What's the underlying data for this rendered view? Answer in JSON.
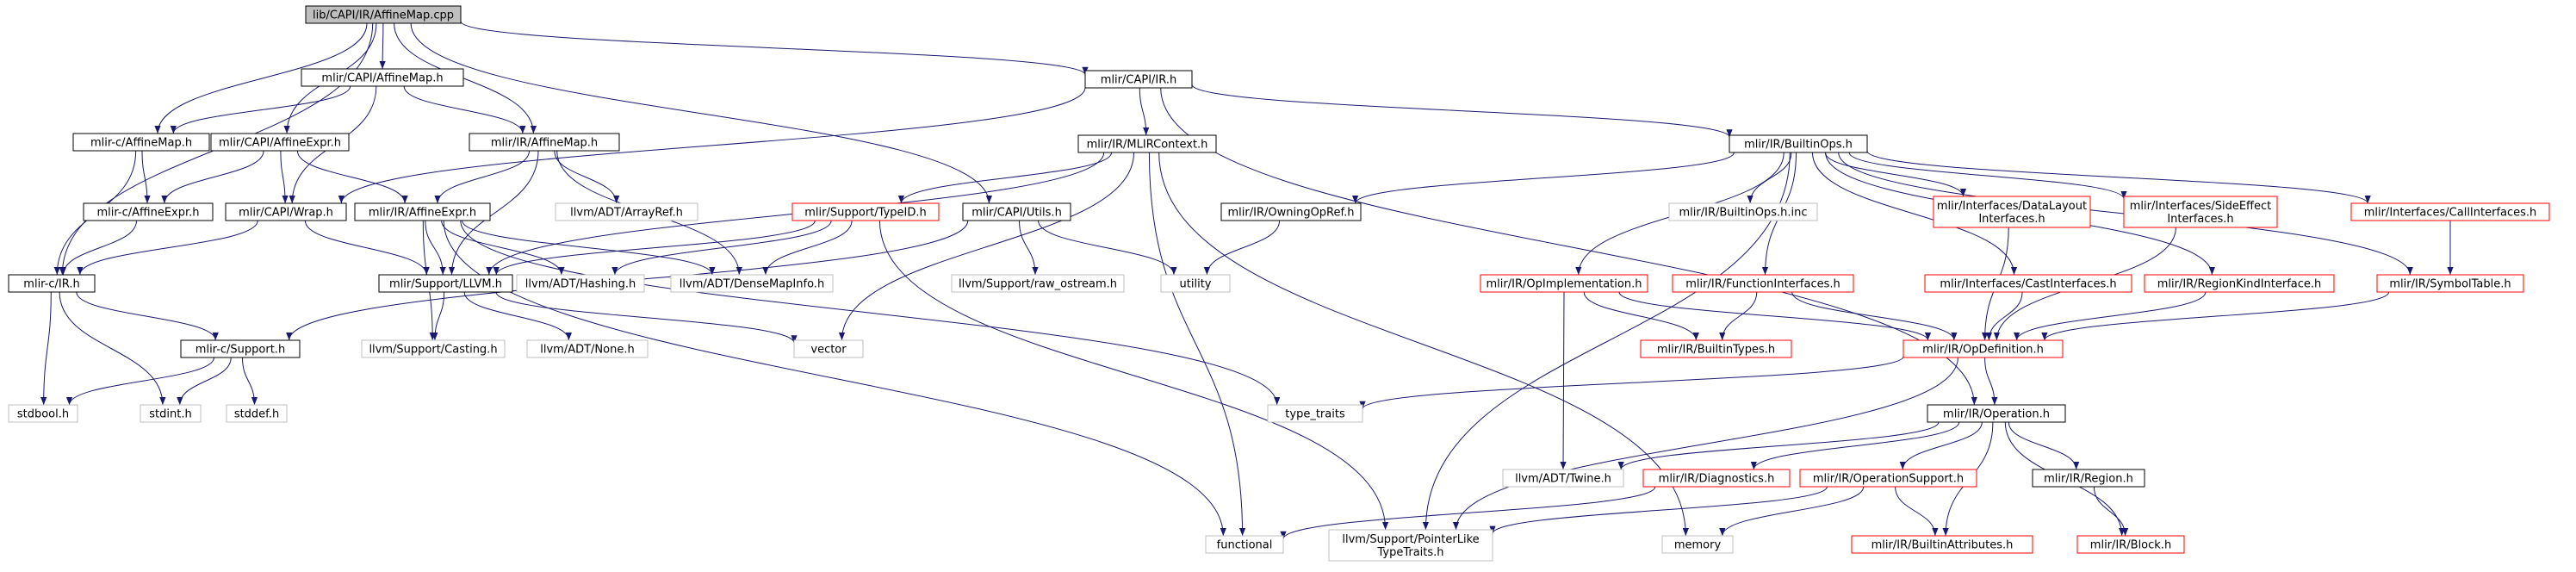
{
  "colors": {
    "black_border": "#000000",
    "red_border": "#ff0000",
    "gray_border": "#bfbfbf",
    "root_fill": "#bfbfbf",
    "node_fill": "#ffffff",
    "edge": "#191970",
    "text": "#000000",
    "gray_text": "#000000"
  },
  "nodes": [
    {
      "id": "root",
      "lines": [
        "lib/CAPI/IR/AffineMap.cpp"
      ],
      "style": "root"
    },
    {
      "id": "capi_ir_h",
      "lines": [
        "mlir/CAPI/IR.h"
      ],
      "style": "black"
    },
    {
      "id": "capi_affinemap_h",
      "lines": [
        "mlir/CAPI/AffineMap.h"
      ],
      "style": "black"
    },
    {
      "id": "c_affinemap_h",
      "lines": [
        "mlir-c/AffineMap.h"
      ],
      "style": "black"
    },
    {
      "id": "capi_affineexpr_h",
      "lines": [
        "mlir/CAPI/AffineExpr.h"
      ],
      "style": "black"
    },
    {
      "id": "ir_affinemap_h",
      "lines": [
        "mlir/IR/AffineMap.h"
      ],
      "style": "black"
    },
    {
      "id": "mlircontext_h",
      "lines": [
        "mlir/IR/MLIRContext.h"
      ],
      "style": "black"
    },
    {
      "id": "builtinops_h",
      "lines": [
        "mlir/IR/BuiltinOps.h"
      ],
      "style": "black"
    },
    {
      "id": "c_affineexpr_h",
      "lines": [
        "mlir-c/AffineExpr.h"
      ],
      "style": "black"
    },
    {
      "id": "capi_wrap_h",
      "lines": [
        "mlir/CAPI/Wrap.h"
      ],
      "style": "black"
    },
    {
      "id": "ir_affineexpr_h",
      "lines": [
        "mlir/IR/AffineExpr.h"
      ],
      "style": "black"
    },
    {
      "id": "arrayref_h",
      "lines": [
        "llvm/ADT/ArrayRef.h"
      ],
      "style": "gray"
    },
    {
      "id": "typeid_h",
      "lines": [
        "mlir/Support/TypeID.h"
      ],
      "style": "red"
    },
    {
      "id": "capi_utils_h",
      "lines": [
        "mlir/CAPI/Utils.h"
      ],
      "style": "black"
    },
    {
      "id": "owningopref_h",
      "lines": [
        "mlir/IR/OwningOpRef.h"
      ],
      "style": "black"
    },
    {
      "id": "builtinops_inc",
      "lines": [
        "mlir/IR/BuiltinOps.h.inc"
      ],
      "style": "gray"
    },
    {
      "id": "datalayout_h",
      "lines": [
        "mlir/Interfaces/DataLayout",
        "Interfaces.h"
      ],
      "style": "red"
    },
    {
      "id": "sideeffect_h",
      "lines": [
        "mlir/Interfaces/SideEffect",
        "Interfaces.h"
      ],
      "style": "red"
    },
    {
      "id": "callinterfaces_h",
      "lines": [
        "mlir/Interfaces/CallInterfaces.h"
      ],
      "style": "red"
    },
    {
      "id": "c_ir_h",
      "lines": [
        "mlir-c/IR.h"
      ],
      "style": "black"
    },
    {
      "id": "support_llvm_h",
      "lines": [
        "mlir/Support/LLVM.h"
      ],
      "style": "black"
    },
    {
      "id": "hashing_h",
      "lines": [
        "llvm/ADT/Hashing.h"
      ],
      "style": "gray"
    },
    {
      "id": "densemapinfo_h",
      "lines": [
        "llvm/ADT/DenseMapInfo.h"
      ],
      "style": "gray"
    },
    {
      "id": "raw_ostream_h",
      "lines": [
        "llvm/Support/raw_ostream.h"
      ],
      "style": "gray"
    },
    {
      "id": "utility",
      "lines": [
        "utility"
      ],
      "style": "gray"
    },
    {
      "id": "opimplementation_h",
      "lines": [
        "mlir/IR/OpImplementation.h"
      ],
      "style": "red"
    },
    {
      "id": "functioninterfaces_h",
      "lines": [
        "mlir/IR/FunctionInterfaces.h"
      ],
      "style": "red"
    },
    {
      "id": "castinterfaces_h",
      "lines": [
        "mlir/Interfaces/CastInterfaces.h"
      ],
      "style": "red"
    },
    {
      "id": "regionkind_h",
      "lines": [
        "mlir/IR/RegionKindInterface.h"
      ],
      "style": "red"
    },
    {
      "id": "symboltable_h",
      "lines": [
        "mlir/IR/SymbolTable.h"
      ],
      "style": "red"
    },
    {
      "id": "c_support_h",
      "lines": [
        "mlir-c/Support.h"
      ],
      "style": "black"
    },
    {
      "id": "casting_h",
      "lines": [
        "llvm/Support/Casting.h"
      ],
      "style": "gray"
    },
    {
      "id": "none_h",
      "lines": [
        "llvm/ADT/None.h"
      ],
      "style": "gray"
    },
    {
      "id": "vector",
      "lines": [
        "vector"
      ],
      "style": "gray"
    },
    {
      "id": "builtintypes_h",
      "lines": [
        "mlir/IR/BuiltinTypes.h"
      ],
      "style": "red"
    },
    {
      "id": "opdefinition_h",
      "lines": [
        "mlir/IR/OpDefinition.h"
      ],
      "style": "red"
    },
    {
      "id": "stdbool_h",
      "lines": [
        "stdbool.h"
      ],
      "style": "gray"
    },
    {
      "id": "stdint_h",
      "lines": [
        "stdint.h"
      ],
      "style": "gray"
    },
    {
      "id": "stddef_h",
      "lines": [
        "stddef.h"
      ],
      "style": "gray"
    },
    {
      "id": "type_traits",
      "lines": [
        "type_traits"
      ],
      "style": "gray"
    },
    {
      "id": "operation_h",
      "lines": [
        "mlir/IR/Operation.h"
      ],
      "style": "black"
    },
    {
      "id": "twine_h",
      "lines": [
        "llvm/ADT/Twine.h"
      ],
      "style": "gray"
    },
    {
      "id": "diagnostics_h",
      "lines": [
        "mlir/IR/Diagnostics.h"
      ],
      "style": "red"
    },
    {
      "id": "operationsupport_h",
      "lines": [
        "mlir/IR/OperationSupport.h"
      ],
      "style": "red"
    },
    {
      "id": "region_h",
      "lines": [
        "mlir/IR/Region.h"
      ],
      "style": "black"
    },
    {
      "id": "functional",
      "lines": [
        "functional"
      ],
      "style": "gray"
    },
    {
      "id": "pointerlike_h",
      "lines": [
        "llvm/Support/PointerLike",
        "TypeTraits.h"
      ],
      "style": "gray"
    },
    {
      "id": "memory",
      "lines": [
        "memory"
      ],
      "style": "gray"
    },
    {
      "id": "builtinattributes_h",
      "lines": [
        "mlir/IR/BuiltinAttributes.h"
      ],
      "style": "red"
    },
    {
      "id": "block_h",
      "lines": [
        "mlir/IR/Block.h"
      ],
      "style": "red"
    }
  ],
  "edges": [
    [
      "root",
      "capi_ir_h"
    ],
    [
      "root",
      "capi_affinemap_h"
    ],
    [
      "root",
      "c_affinemap_h"
    ],
    [
      "root",
      "capi_affineexpr_h"
    ],
    [
      "root",
      "ir_affinemap_h"
    ],
    [
      "root",
      "capi_utils_h"
    ],
    [
      "root",
      "c_ir_h"
    ],
    [
      "capi_affinemap_h",
      "c_affinemap_h"
    ],
    [
      "capi_affinemap_h",
      "ir_affinemap_h"
    ],
    [
      "capi_affinemap_h",
      "capi_wrap_h"
    ],
    [
      "c_affinemap_h",
      "c_affineexpr_h"
    ],
    [
      "c_affinemap_h",
      "c_ir_h"
    ],
    [
      "capi_affineexpr_h",
      "c_affineexpr_h"
    ],
    [
      "capi_affineexpr_h",
      "capi_wrap_h"
    ],
    [
      "capi_affineexpr_h",
      "ir_affineexpr_h"
    ],
    [
      "capi_ir_h",
      "capi_wrap_h"
    ],
    [
      "capi_ir_h",
      "mlircontext_h"
    ],
    [
      "capi_ir_h",
      "builtinops_h"
    ],
    [
      "capi_ir_h",
      "operation_h"
    ],
    [
      "ir_affinemap_h",
      "ir_affineexpr_h"
    ],
    [
      "ir_affinemap_h",
      "arrayref_h"
    ],
    [
      "ir_affinemap_h",
      "densemapinfo_h"
    ],
    [
      "ir_affinemap_h",
      "support_llvm_h"
    ],
    [
      "mlircontext_h",
      "typeid_h"
    ],
    [
      "mlircontext_h",
      "support_llvm_h"
    ],
    [
      "mlircontext_h",
      "functional"
    ],
    [
      "mlircontext_h",
      "vector"
    ],
    [
      "mlircontext_h",
      "memory"
    ],
    [
      "c_affineexpr_h",
      "c_ir_h"
    ],
    [
      "capi_wrap_h",
      "c_ir_h"
    ],
    [
      "capi_wrap_h",
      "support_llvm_h"
    ],
    [
      "ir_affineexpr_h",
      "support_llvm_h"
    ],
    [
      "ir_affineexpr_h",
      "hashing_h"
    ],
    [
      "ir_affineexpr_h",
      "densemapinfo_h"
    ],
    [
      "ir_affineexpr_h",
      "casting_h"
    ],
    [
      "ir_affineexpr_h",
      "functional"
    ],
    [
      "ir_affineexpr_h",
      "type_traits"
    ],
    [
      "typeid_h",
      "support_llvm_h"
    ],
    [
      "typeid_h",
      "hashing_h"
    ],
    [
      "typeid_h",
      "densemapinfo_h"
    ],
    [
      "typeid_h",
      "pointerlike_h"
    ],
    [
      "capi_utils_h",
      "c_support_h"
    ],
    [
      "capi_utils_h",
      "raw_ostream_h"
    ],
    [
      "capi_utils_h",
      "utility"
    ],
    [
      "c_ir_h",
      "c_support_h"
    ],
    [
      "c_ir_h",
      "stdbool_h"
    ],
    [
      "c_ir_h",
      "stdint_h"
    ],
    [
      "support_llvm_h",
      "casting_h"
    ],
    [
      "support_llvm_h",
      "none_h"
    ],
    [
      "support_llvm_h",
      "vector"
    ],
    [
      "c_support_h",
      "stdbool_h"
    ],
    [
      "c_support_h",
      "stdint_h"
    ],
    [
      "c_support_h",
      "stddef_h"
    ],
    [
      "builtinops_h",
      "owningopref_h"
    ],
    [
      "builtinops_h",
      "builtinops_inc"
    ],
    [
      "builtinops_h",
      "datalayout_h"
    ],
    [
      "builtinops_h",
      "sideeffect_h"
    ],
    [
      "builtinops_h",
      "callinterfaces_h"
    ],
    [
      "builtinops_h",
      "opimplementation_h"
    ],
    [
      "builtinops_h",
      "functioninterfaces_h"
    ],
    [
      "builtinops_h",
      "castinterfaces_h"
    ],
    [
      "builtinops_h",
      "regionkind_h"
    ],
    [
      "builtinops_h",
      "symboltable_h"
    ],
    [
      "builtinops_h",
      "pointerlike_h"
    ],
    [
      "owningopref_h",
      "utility"
    ],
    [
      "opimplementation_h",
      "opdefinition_h"
    ],
    [
      "opimplementation_h",
      "builtintypes_h"
    ],
    [
      "opimplementation_h",
      "twine_h"
    ],
    [
      "functioninterfaces_h",
      "builtintypes_h"
    ],
    [
      "functioninterfaces_h",
      "opdefinition_h"
    ],
    [
      "castinterfaces_h",
      "opdefinition_h"
    ],
    [
      "regionkind_h",
      "opdefinition_h"
    ],
    [
      "symboltable_h",
      "opdefinition_h"
    ],
    [
      "datalayout_h",
      "opdefinition_h"
    ],
    [
      "sideeffect_h",
      "opdefinition_h"
    ],
    [
      "callinterfaces_h",
      "symboltable_h"
    ],
    [
      "opdefinition_h",
      "operation_h"
    ],
    [
      "opdefinition_h",
      "type_traits"
    ],
    [
      "opdefinition_h",
      "pointerlike_h"
    ],
    [
      "operation_h",
      "twine_h"
    ],
    [
      "operation_h",
      "diagnostics_h"
    ],
    [
      "operation_h",
      "operationsupport_h"
    ],
    [
      "operation_h",
      "region_h"
    ],
    [
      "operation_h",
      "builtinattributes_h"
    ],
    [
      "operation_h",
      "block_h"
    ],
    [
      "diagnostics_h",
      "functional"
    ],
    [
      "operationsupport_h",
      "pointerlike_h"
    ],
    [
      "operationsupport_h",
      "memory"
    ],
    [
      "operationsupport_h",
      "builtinattributes_h"
    ],
    [
      "region_h",
      "block_h"
    ]
  ]
}
